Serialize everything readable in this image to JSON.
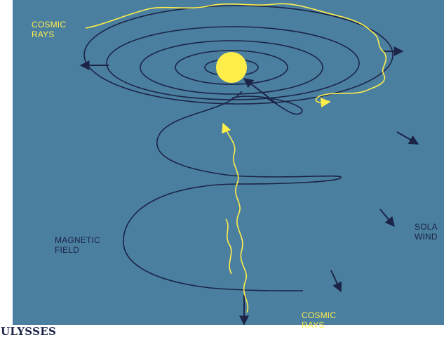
{
  "labels": {
    "cosmic_rays_top": [
      "COSMIC",
      "RAYS"
    ],
    "cosmic_rays_bottom": [
      "COSMIC",
      "RAYS"
    ],
    "magnetic_field": [
      "MAGNETIC",
      "FIELD"
    ],
    "solar_wind": [
      "SOLA",
      "WIND"
    ]
  },
  "caption": "ULYSSES",
  "colors": {
    "background": "#4a7fa0",
    "sun": "#ffee4a",
    "cosmic_ray_path": "#ffee4a",
    "field_line": "#1c2447",
    "arrow": "#1c2447"
  }
}
